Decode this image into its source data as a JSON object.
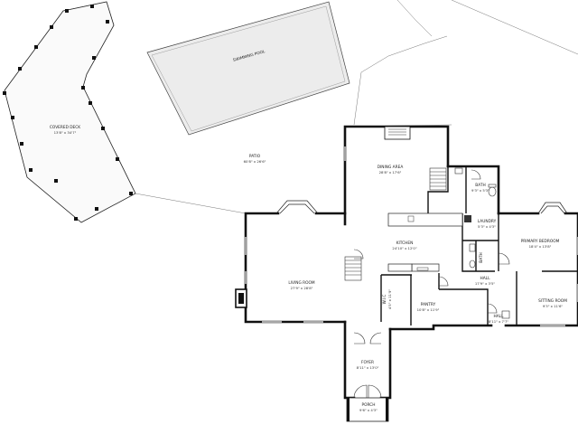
{
  "rooms": [
    {
      "id": "swimming-pool",
      "name": "SWIMMING POOL",
      "dims": ""
    },
    {
      "id": "covered-deck",
      "name": "COVERED DECK",
      "dims": "13'8\" x 34'7\""
    },
    {
      "id": "patio",
      "name": "PATIO",
      "dims": "60'8\" x 26'6\""
    },
    {
      "id": "dining-area",
      "name": "DINING AREA",
      "dims": "28'8\" x 17'6\""
    },
    {
      "id": "bath",
      "name": "BATH",
      "dims": "9'3\" x 5'3\""
    },
    {
      "id": "laundry",
      "name": "LAUNDRY",
      "dims": "5'3\" x 4'3\""
    },
    {
      "id": "kitchen",
      "name": "KITCHEN",
      "dims": "24'10\" x 12'0\""
    },
    {
      "id": "primary-bedroom",
      "name": "PRIMARY BEDROOM",
      "dims": "18'4\" x 13'8\""
    },
    {
      "id": "living-room",
      "name": "LIVING ROOM",
      "dims": "27'9\" x 28'8\""
    },
    {
      "id": "hall-a",
      "name": "HALL",
      "dims": "17'9\" x 3'5\""
    },
    {
      "id": "pantry",
      "name": "PANTRY",
      "dims": "10'8\" x 11'9\""
    },
    {
      "id": "wic",
      "name": "W.I.C",
      "dims": "4'5\" x 11'9\""
    },
    {
      "id": "hall-b",
      "name": "HALL",
      "dims": "8'11\" x 7'7\""
    },
    {
      "id": "sitting-room",
      "name": "SITTING ROOM",
      "dims": "9'3\" x 11'6\""
    },
    {
      "id": "foyer",
      "name": "FOYER",
      "dims": "8'11\" x 13'0\""
    },
    {
      "id": "porch",
      "name": "PORCH",
      "dims": "9'6\" x 4'3\""
    },
    {
      "id": "bath-small",
      "name": "BATH",
      "dims": ""
    }
  ]
}
